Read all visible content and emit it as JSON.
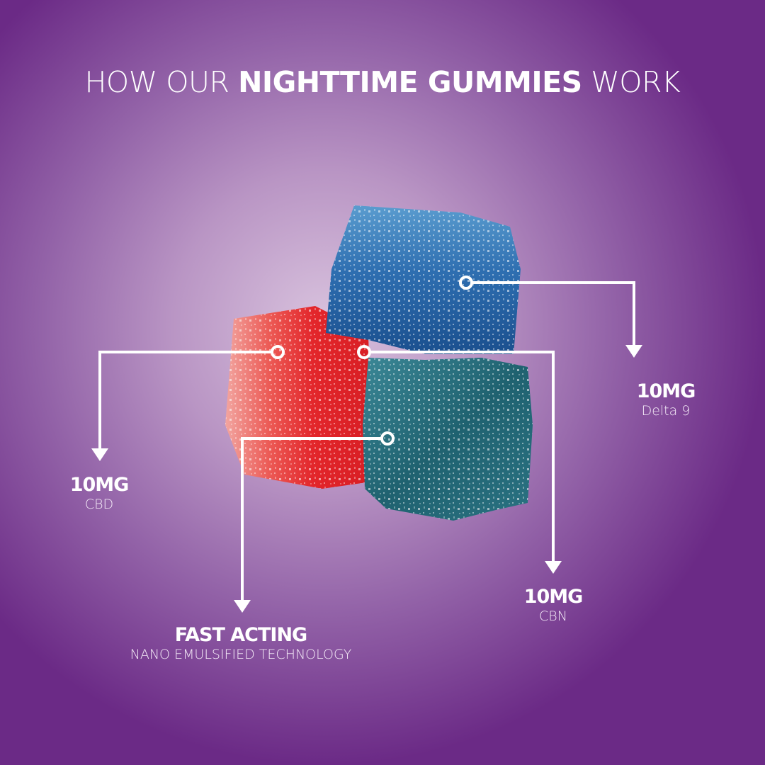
{
  "headline": {
    "prefix": "HOW OUR ",
    "emphasis": "NIGHTTIME GUMMIES",
    "suffix": " WORK"
  },
  "callouts": [
    {
      "id": "cbd",
      "amount": "10MG",
      "description": "CBD"
    },
    {
      "id": "delta9",
      "amount": "10MG",
      "description": "Delta 9"
    },
    {
      "id": "cbn",
      "amount": "10MG",
      "description": "CBN"
    },
    {
      "id": "fast-acting",
      "amount": "FAST ACTING",
      "description": "NANO EMULSIFIED TECHNOLOGY"
    }
  ],
  "product": {
    "gummies": [
      {
        "color_name": "blue",
        "color": "#1f5f9e"
      },
      {
        "color_name": "red",
        "color": "#e3262b"
      },
      {
        "color_name": "teal",
        "color": "#1d5f6e"
      }
    ]
  },
  "colors": {
    "background_center": "#d9c3de",
    "background_edge": "#6b2a86",
    "connector": "#ffffff"
  }
}
